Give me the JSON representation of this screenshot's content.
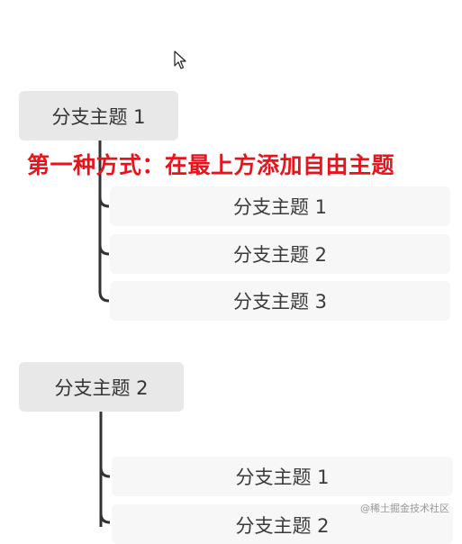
{
  "mindmap": {
    "branch1": {
      "title": "分支主题 1",
      "children": [
        "分支主题 1",
        "分支主题 2",
        "分支主题 3"
      ]
    },
    "branch2": {
      "title": "分支主题 2",
      "children": [
        "分支主题 1",
        "分支主题 2"
      ]
    }
  },
  "annotation": {
    "text": "第一种方式：在最上方添加自由主题",
    "color": "#e8141c"
  },
  "watermark": "@稀土掘金技术社区",
  "cursor": {
    "icon": "arrow-cursor-icon"
  },
  "colors": {
    "main_topic_bg": "#e8e8e8",
    "sub_topic_bg": "#f7f7f7",
    "connector": "#333333"
  }
}
